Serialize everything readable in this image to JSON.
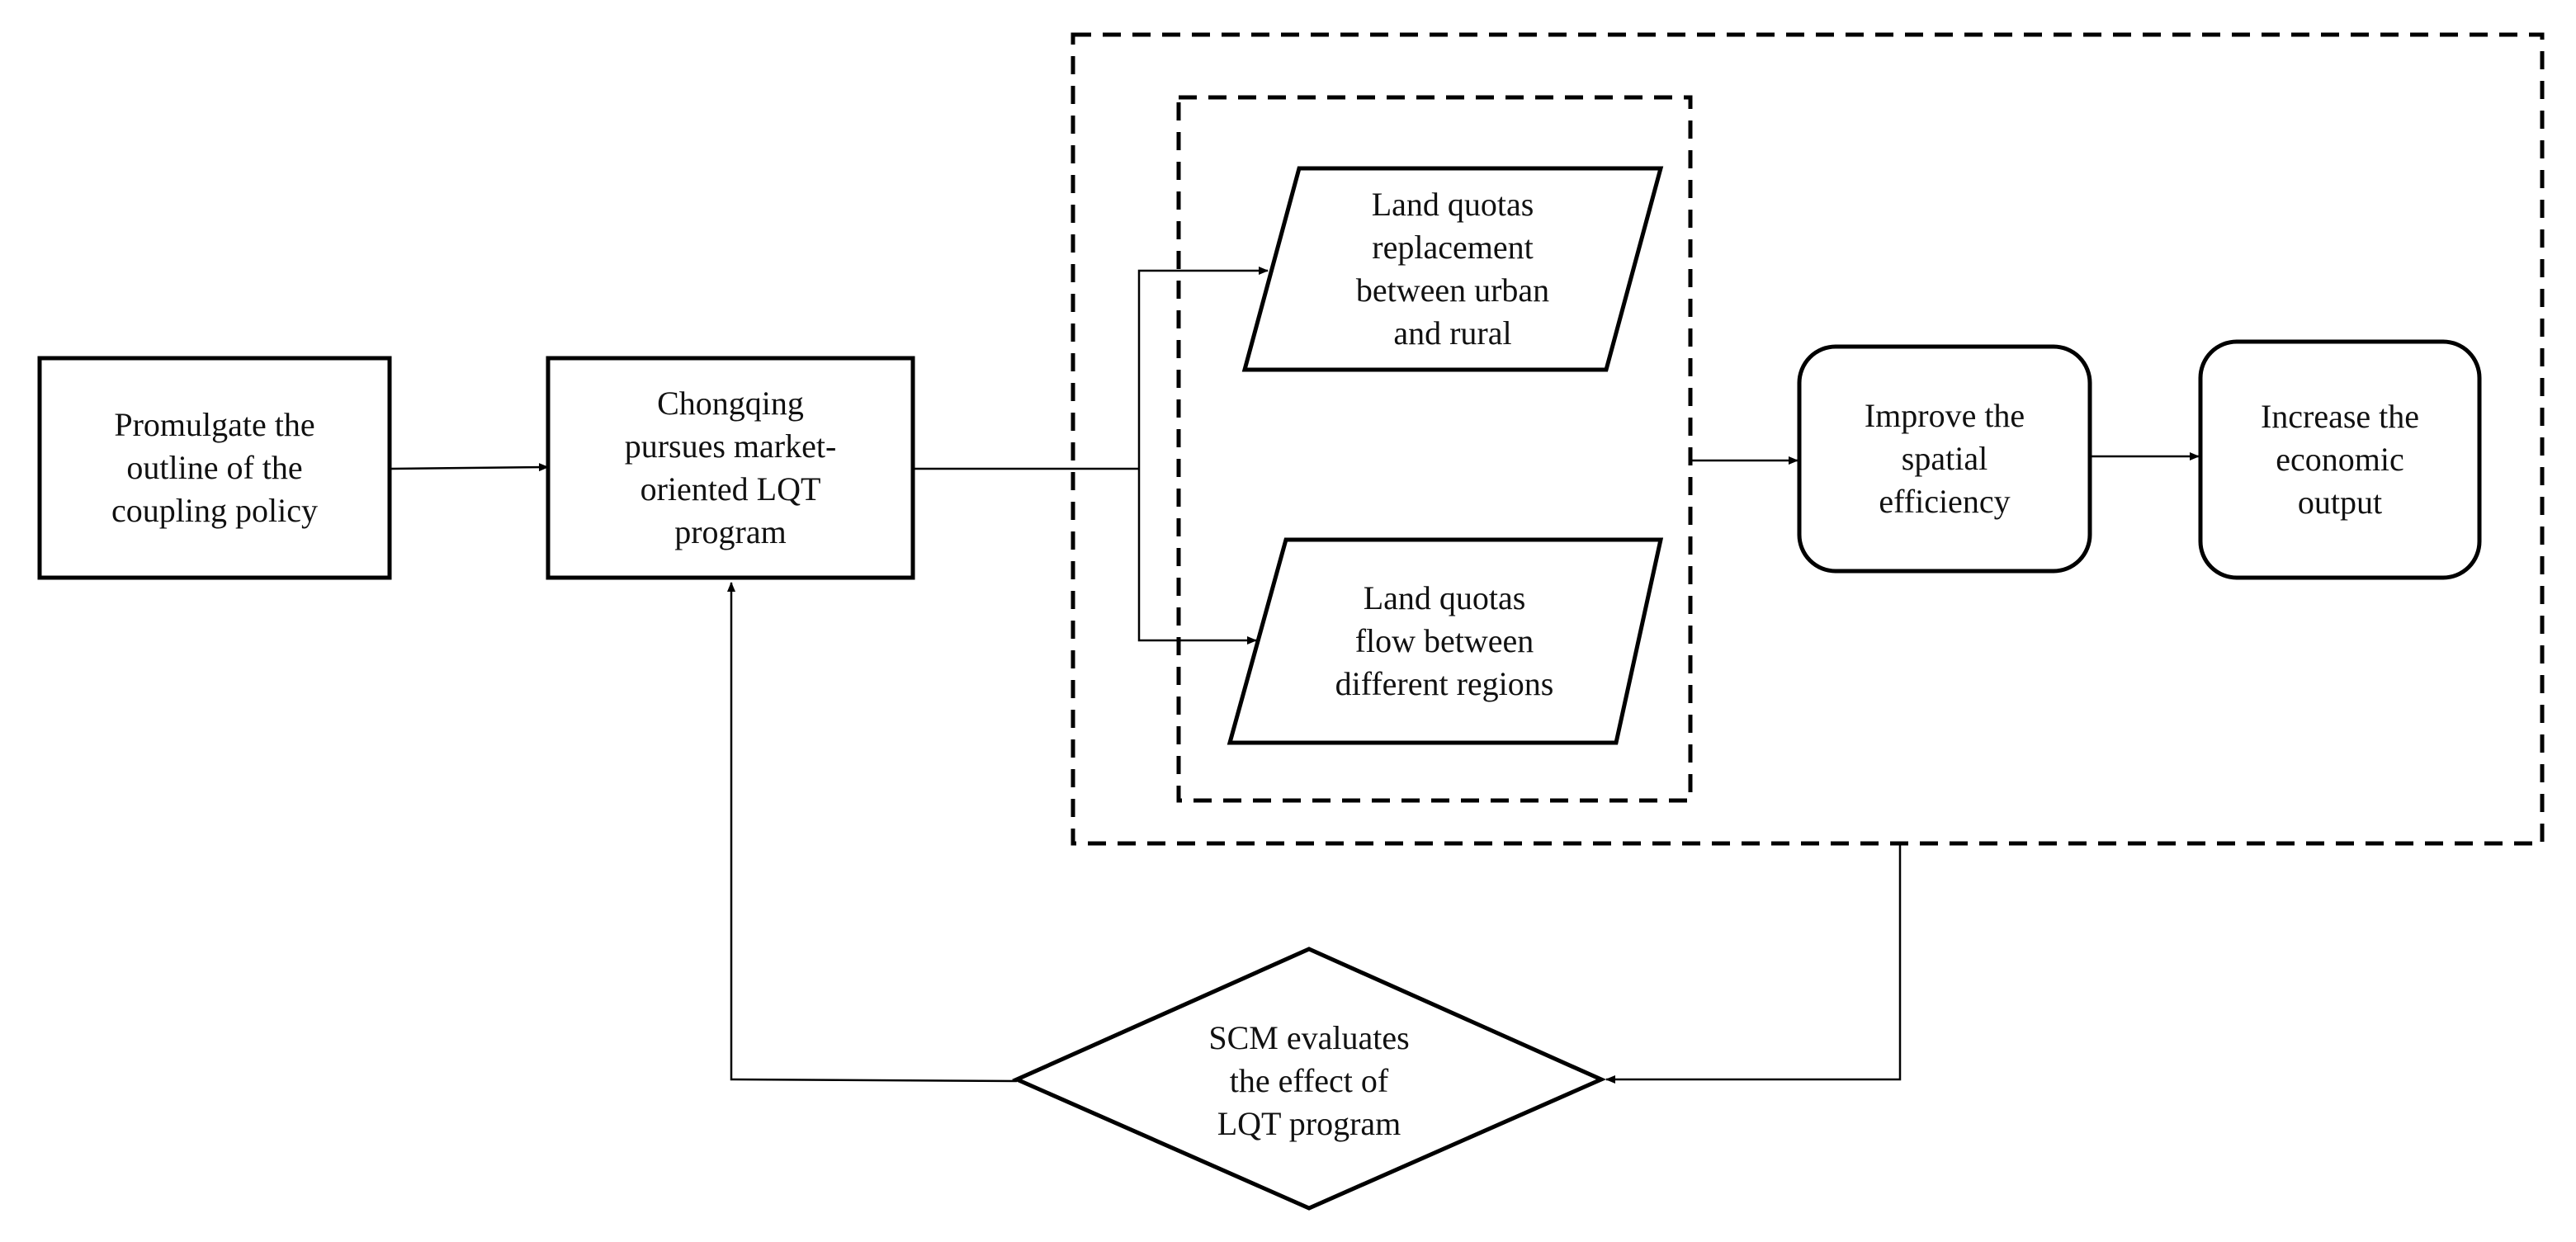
{
  "nodes": {
    "promulgate": {
      "lines": [
        "Promulgate the",
        "outline of  the",
        "coupling policy"
      ]
    },
    "chongqing": {
      "lines": [
        "Chongqing",
        "pursues market-",
        "oriented LQT",
        "program"
      ]
    },
    "replacement": {
      "lines": [
        "Land quotas",
        "replacement",
        "between urban",
        "and rural"
      ]
    },
    "flow": {
      "lines": [
        "Land quotas",
        "flow between",
        "different regions"
      ]
    },
    "spatial": {
      "lines": [
        "Improve the",
        "spatial",
        "efficiency"
      ]
    },
    "economic": {
      "lines": [
        "Increase the",
        "economic",
        "output"
      ]
    },
    "scm": {
      "lines": [
        "SCM evaluates",
        "the effect of",
        "LQT program"
      ]
    }
  }
}
